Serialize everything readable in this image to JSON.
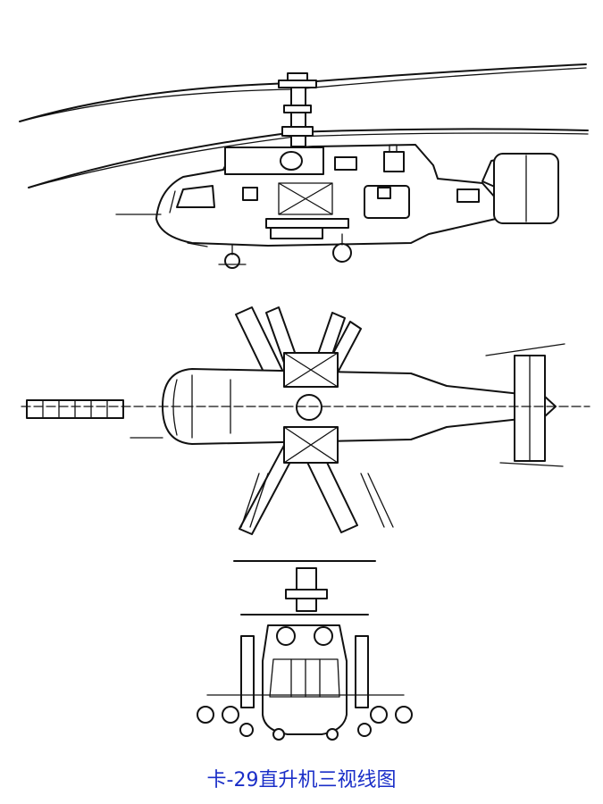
{
  "caption": "卡-29直升机三视线图",
  "colors": {
    "line": "#111111",
    "caption": "#1a2ec8",
    "background": "#ffffff"
  },
  "views": [
    "side-view",
    "top-view",
    "front-view"
  ]
}
